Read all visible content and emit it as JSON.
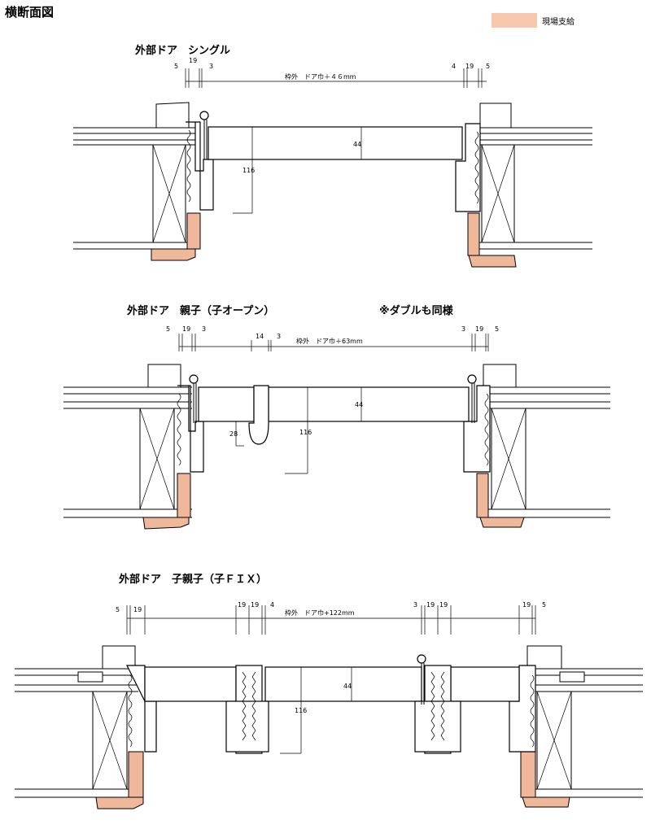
{
  "title": "横断面図",
  "legend": {
    "label": "現場支給",
    "color": "#f7c8ae"
  },
  "sections": [
    {
      "title": "外部ドア　シングル",
      "dims_top_left": [
        "5",
        "19",
        "3"
      ],
      "dims_top_right": [
        "4",
        "19",
        "5"
      ],
      "span_label": "枠外　ドア巾＋４６mm",
      "door_thickness": "44",
      "depth": "116"
    },
    {
      "title": "外部ドア　親子（子オープン）",
      "note": "※ダブルも同様",
      "dims_top_left": [
        "5",
        "19",
        "3"
      ],
      "dims_top_mid": [
        "14",
        "3"
      ],
      "dims_top_right": [
        "3",
        "19",
        "5"
      ],
      "span_label": "枠外　ドア巾＋63mm",
      "door_thickness": "44",
      "depth": "116",
      "astragal": "28"
    },
    {
      "title": "外部ドア　子親子（子ＦＩＸ）",
      "dims_top_left": [
        "5",
        "19"
      ],
      "dims_top_mid1": [
        "19",
        "19",
        "4"
      ],
      "dims_top_mid2": [
        "3",
        "19",
        "19"
      ],
      "dims_top_right": [
        "19",
        "5"
      ],
      "span_label": "枠外　ドア巾+122mm",
      "door_thickness": "44",
      "depth": "116"
    }
  ]
}
